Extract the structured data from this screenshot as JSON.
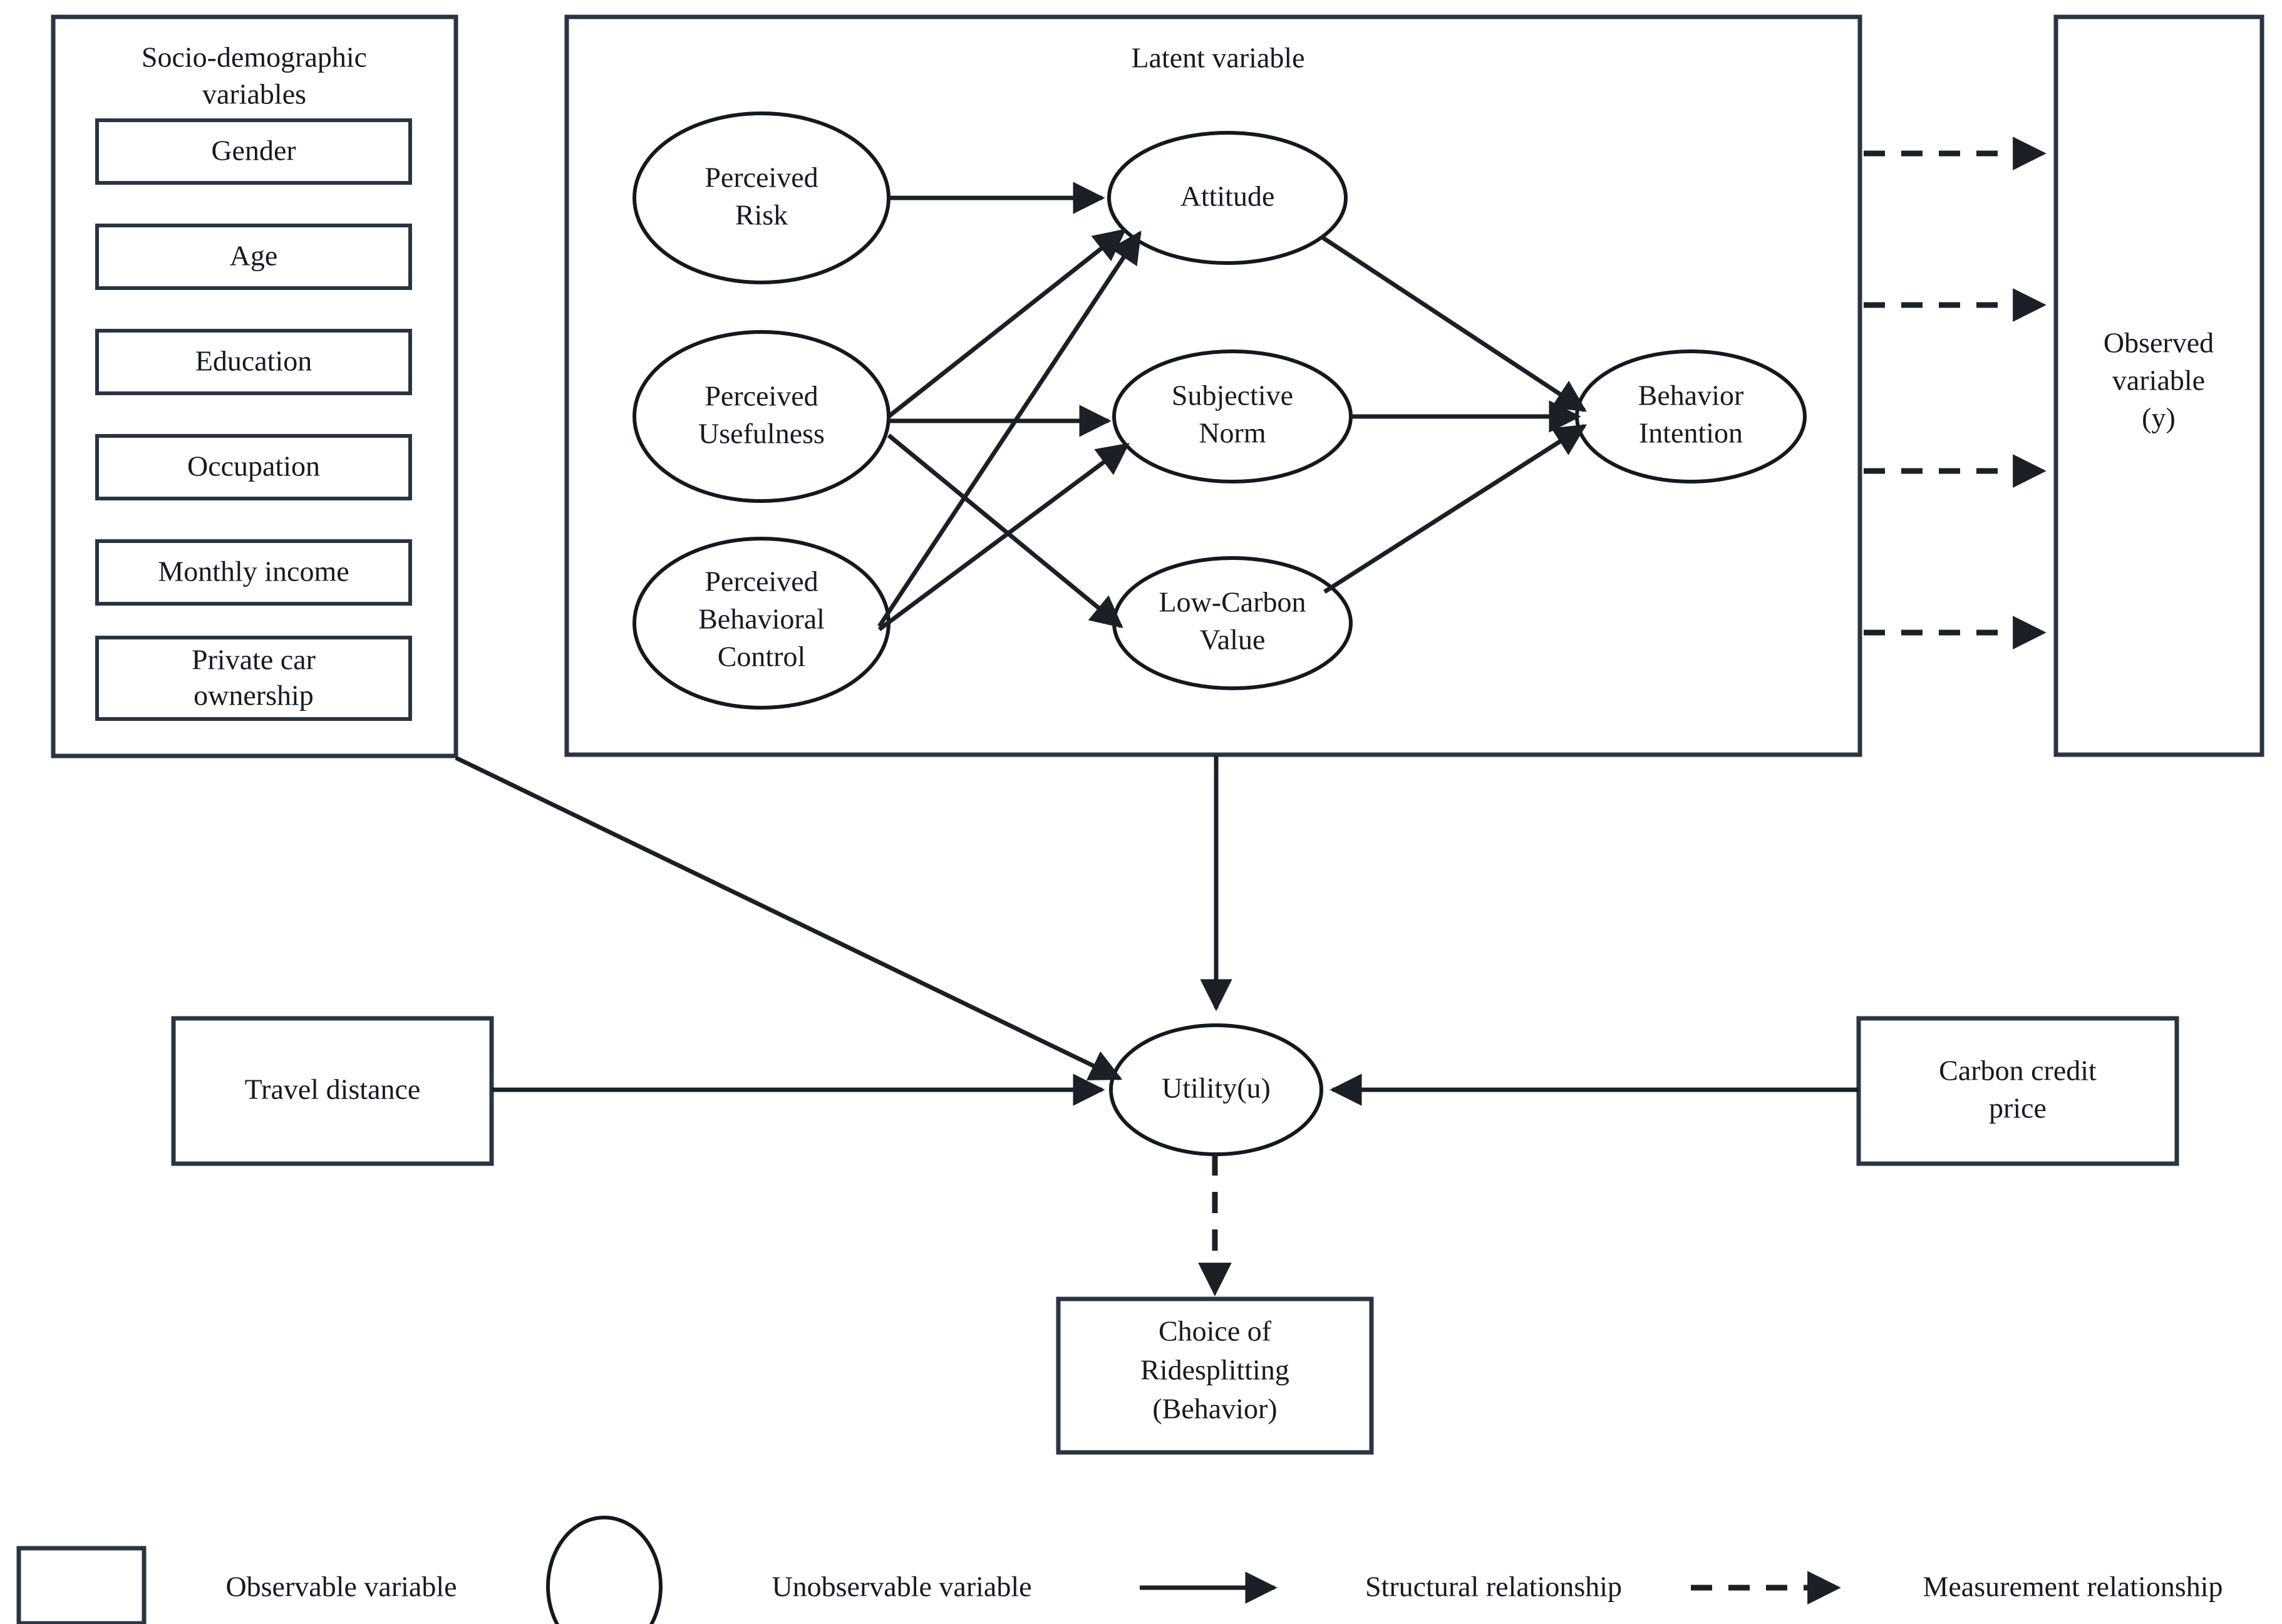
{
  "diagram": {
    "type": "conceptual-framework",
    "groups": {
      "socio_demographic": {
        "title_line1": "Socio-demographic",
        "title_line2": "variables",
        "items": [
          {
            "label": "Gender"
          },
          {
            "label": "Age"
          },
          {
            "label": "Education"
          },
          {
            "label": "Occupation"
          },
          {
            "label": "Monthly income"
          },
          {
            "label_line1": "Private car",
            "label_line2": "ownership"
          }
        ]
      },
      "latent": {
        "title": "Latent variable",
        "exogenous": [
          {
            "id": "perceived-risk",
            "line1": "Perceived",
            "line2": "Risk"
          },
          {
            "id": "perceived-usefulness",
            "line1": "Perceived",
            "line2": "Usefulness"
          },
          {
            "id": "perceived-behavioral-control",
            "line1": "Perceived",
            "line2": "Behavioral",
            "line3": "Control"
          }
        ],
        "mediators": [
          {
            "id": "attitude",
            "line1": "Attitude"
          },
          {
            "id": "subjective-norm",
            "line1": "Subjective",
            "line2": "Norm"
          },
          {
            "id": "low-carbon-value",
            "line1": "Low-Carbon",
            "line2": "Value"
          }
        ],
        "endogenous": [
          {
            "id": "behavior-intention",
            "line1": "Behavior",
            "line2": "Intention"
          }
        ]
      },
      "observed": {
        "line1": "Observed",
        "line2": "variable",
        "line3": "(y)",
        "measurement_arrow_count": 4
      }
    },
    "choice_layer": {
      "travel_distance": {
        "label": "Travel distance"
      },
      "carbon_credit_price": {
        "line1": "Carbon credit",
        "line2": "price"
      },
      "utility": {
        "label": "Utility(u)"
      },
      "choice": {
        "line1": "Choice of",
        "line2": "Ridesplitting",
        "line3": "(Behavior)"
      }
    },
    "edges": [
      {
        "from": "perceived-risk",
        "to": "attitude",
        "style": "solid"
      },
      {
        "from": "perceived-usefulness",
        "to": "attitude",
        "style": "solid"
      },
      {
        "from": "perceived-usefulness",
        "to": "subjective-norm",
        "style": "solid"
      },
      {
        "from": "perceived-usefulness",
        "to": "low-carbon-value",
        "style": "solid"
      },
      {
        "from": "perceived-behavioral-control",
        "to": "attitude",
        "style": "solid"
      },
      {
        "from": "perceived-behavioral-control",
        "to": "subjective-norm",
        "style": "solid"
      },
      {
        "from": "attitude",
        "to": "behavior-intention",
        "style": "solid"
      },
      {
        "from": "subjective-norm",
        "to": "behavior-intention",
        "style": "solid"
      },
      {
        "from": "low-carbon-value",
        "to": "behavior-intention",
        "style": "solid"
      },
      {
        "from": "latent-box",
        "to": "utility",
        "style": "solid"
      },
      {
        "from": "socio-demographic-box",
        "to": "utility",
        "style": "solid"
      },
      {
        "from": "travel-distance",
        "to": "utility",
        "style": "solid"
      },
      {
        "from": "carbon-credit-price",
        "to": "utility",
        "style": "solid"
      },
      {
        "from": "utility",
        "to": "choice-of-ridesplitting",
        "style": "dashed"
      },
      {
        "from": "latent-box",
        "to": "observed-variable",
        "style": "dashed",
        "count": 4
      }
    ],
    "legend": [
      {
        "shape": "rectangle",
        "label": "Observable variable"
      },
      {
        "shape": "ellipse",
        "label": "Unobservable variable"
      },
      {
        "shape": "solid-arrow",
        "label": "Structural relationship"
      },
      {
        "shape": "dashed-arrow",
        "label": "Measurement relationship"
      }
    ],
    "colors": {
      "stroke": "#2b3440",
      "line": "#1b1f26",
      "background": "#ffffff",
      "text": "#151a22"
    }
  }
}
